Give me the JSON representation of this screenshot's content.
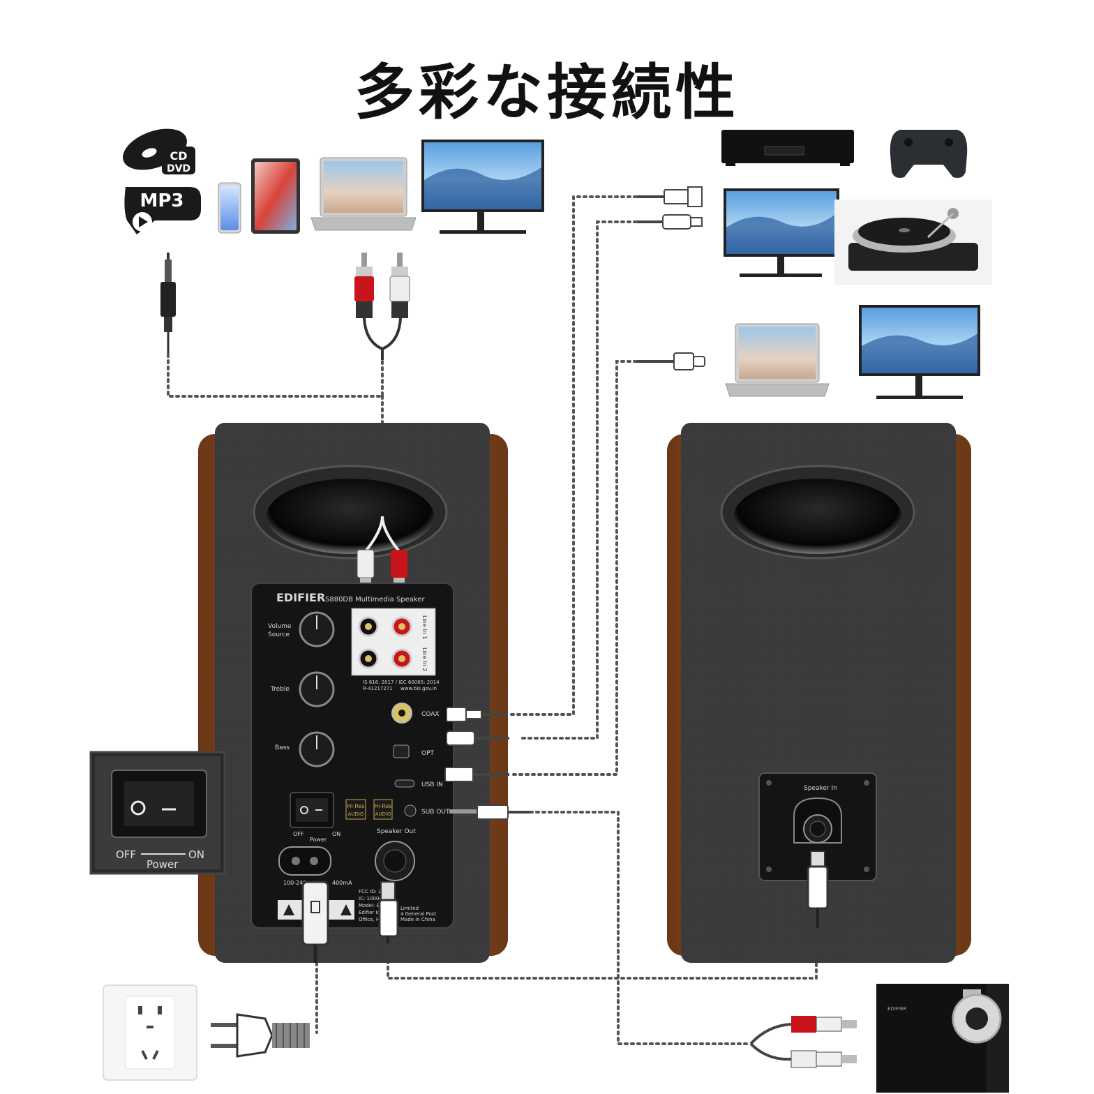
{
  "title": "多彩な接続性",
  "icons": {
    "cd_dvd_top": "CD",
    "cd_dvd_bottom": "DVD",
    "mp3": "MP3"
  },
  "rear_panel": {
    "brand": "EDIFIER",
    "model": "S880DB Multimedia Speaker",
    "volume_label": "Volume",
    "source_label": "Source",
    "treble_label": "Treble",
    "bass_label": "Bass",
    "line_in_1": "Line In 1",
    "line_in_2": "Line In 2",
    "cert_line1": "IS 616: 2017 / IEC 60065: 2014",
    "cert_line2": "R-41217271",
    "cert_line3": "www.bis.gov.in",
    "coax_label": "COAX",
    "opt_label": "OPT",
    "usb_label": "USB IN",
    "sub_label": "SUB OUT",
    "hires_top": "Hi-Res",
    "hires_bottom": "AUDIO",
    "switch_off": "OFF",
    "switch_on": "ON",
    "power_label": "Power",
    "speaker_out_label": "Speaker Out",
    "voltage_left": "100-240",
    "current": "400mA",
    "fcc_id": "FCC ID: 29",
    "ic": "IC: 10004",
    "model_line": "Model: ED",
    "edifier_line": "Edifier Int",
    "limited": "Limited",
    "office": "Office, Ho",
    "general_post": "4 General Post",
    "made_in": "Made in China"
  },
  "passive_panel": {
    "speaker_in_label": "Speaker In"
  },
  "switch_zoom": {
    "off": "OFF",
    "on": "ON",
    "power": "Power"
  },
  "subwoofer": {
    "brand": "EDIFIER"
  },
  "colors": {
    "cabinet": "#3a3a3c",
    "wood": "#8a4a22",
    "panel": "#151515",
    "rca_red": "#c8141a",
    "rca_white": "#e8e8e8",
    "dotted_line": "#555555"
  }
}
